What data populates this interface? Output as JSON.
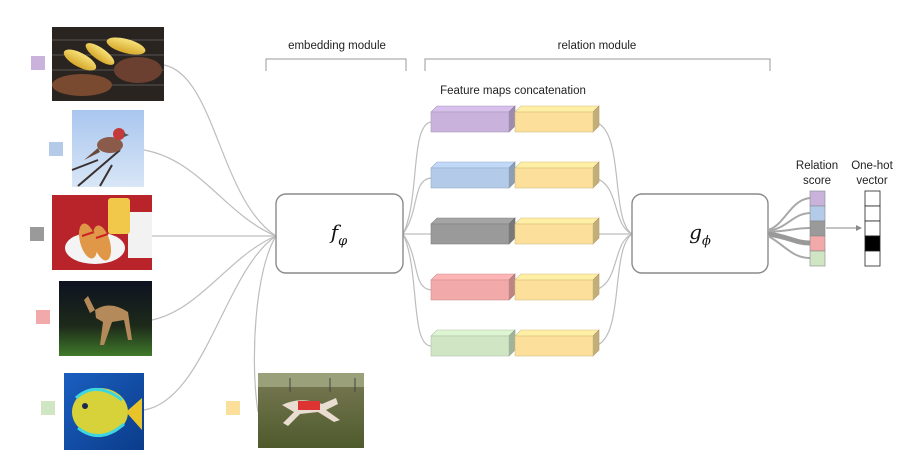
{
  "labels": {
    "embedding_module": "embedding module",
    "relation_module": "relation module",
    "feature_concat": "Feature maps concatenation",
    "relation_score_line1": "Relation",
    "relation_score_line2": "score",
    "onehot_line1": "One-hot",
    "onehot_line2": "vector"
  },
  "modules": {
    "f_symbol": "f",
    "f_subscript": "φ",
    "g_symbol": "g",
    "g_subscript": "ϕ"
  },
  "colors": {
    "purple": "#c9b3dd",
    "blue": "#b3cbe8",
    "gray": "#9a9a9a",
    "red": "#f2a9a9",
    "green": "#cfe5c4",
    "yellow": "#fbdf9a",
    "black": "#000000",
    "curve": "#b8b8b8",
    "box_border": "#8a8a8a"
  },
  "sample_images": [
    {
      "name": "corn-grill-image",
      "class_color": "purple"
    },
    {
      "name": "bird-image",
      "class_color": "blue"
    },
    {
      "name": "hotdog-image",
      "class_color": "gray"
    },
    {
      "name": "dog-image",
      "class_color": "red"
    },
    {
      "name": "fish-image",
      "class_color": "green"
    }
  ],
  "query_image": {
    "name": "running-dog-image",
    "class_color": "yellow"
  },
  "feature_pairs": [
    "purple",
    "blue",
    "gray",
    "red",
    "green"
  ],
  "relation_score_colors": [
    "purple",
    "blue",
    "gray",
    "red",
    "green"
  ],
  "onehot_values": [
    0,
    0,
    0,
    1,
    0
  ]
}
